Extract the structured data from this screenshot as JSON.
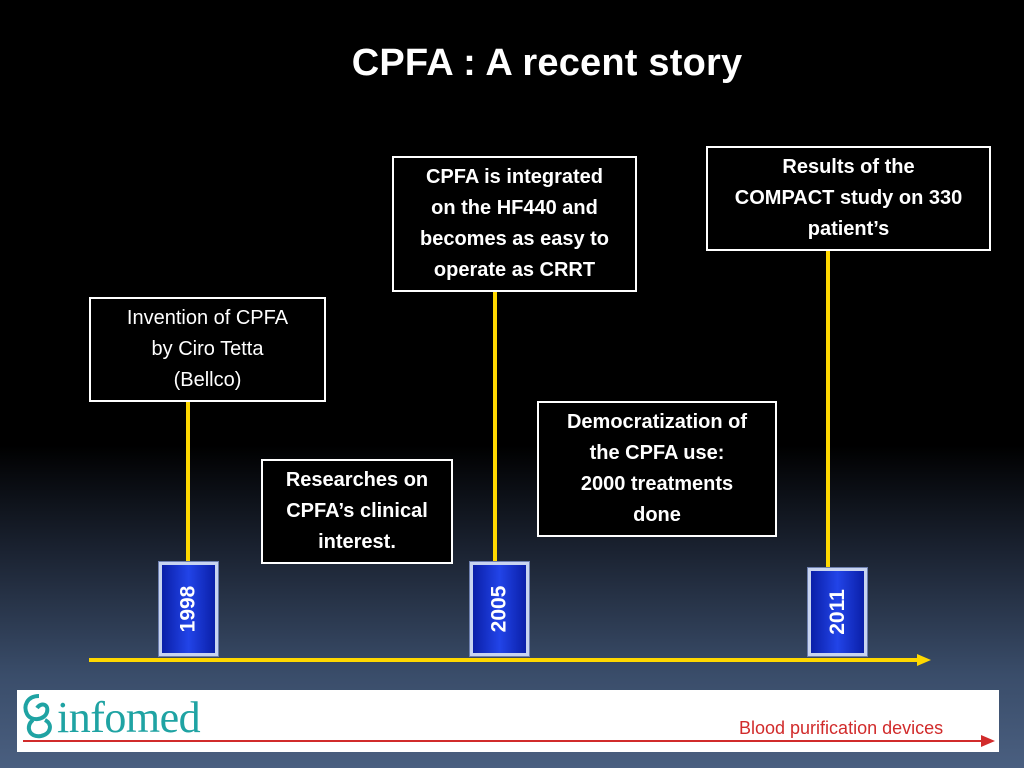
{
  "title": "CPFA : A recent story",
  "events": {
    "invention": "Invention of CPFA\nby Ciro Tetta\n(Bellco)",
    "researches": "Researches on\nCPFA’s clinical\ninterest.",
    "integrated": "CPFA is integrated\non the HF440 and\nbecomes as easy to\noperate as CRRT",
    "democratization": "Democratization of\nthe CPFA use:\n2000 treatments\ndone",
    "compact": "Results of the\nCOMPACT study on 330\npatient’s"
  },
  "years": [
    "1998",
    "2005",
    "2011"
  ],
  "footer": {
    "logo": "infomed",
    "tagline": "Blood purification devices"
  },
  "colors": {
    "timeline": "#ffd800",
    "year_badge": "#1f3fd8",
    "logo": "#1fa3a3",
    "tagline": "#d12b2b"
  }
}
